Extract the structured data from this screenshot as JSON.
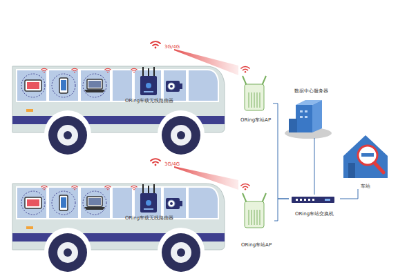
{
  "diagram": {
    "nodes": [
      {
        "text": [
          "ORing车载无线路由器"
        ]
      },
      {
        "text": [
          "ORing车站AP"
        ]
      },
      {
        "text": [
          "数据中心服务器"
        ]
      },
      {
        "text": [
          "车站"
        ]
      },
      {
        "text": [
          "ORing车载无线路由器"
        ]
      },
      {
        "text": [
          "ORing车站AP"
        ]
      },
      {
        "text": [
          "ORing车站交换机"
        ]
      }
    ],
    "edges": [
      {
        "from": 0,
        "to": 1,
        "arrow": "none"
      },
      {
        "from": 4,
        "to": 5,
        "arrow": "none"
      },
      {
        "from": 1,
        "to": 6,
        "arrow": "none"
      },
      {
        "from": 5,
        "to": 6,
        "arrow": "none"
      },
      {
        "from": 6,
        "to": 2,
        "arrow": "none"
      },
      {
        "from": 6,
        "to": 3,
        "arrow": "none"
      }
    ],
    "labels": [
      "3G/4G",
      "3G/4G"
    ]
  }
}
